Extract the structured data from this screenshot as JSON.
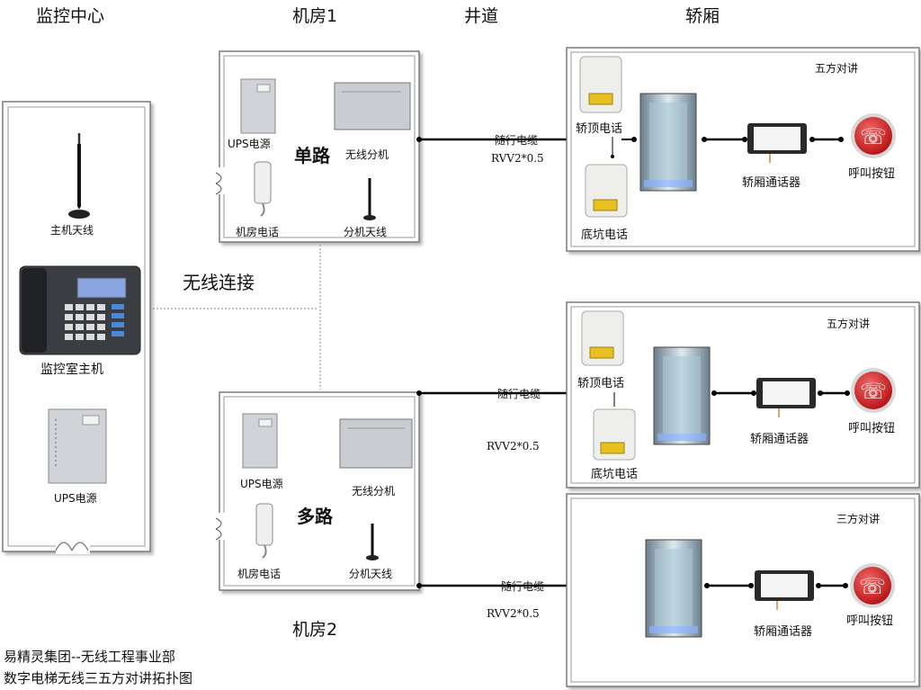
{
  "headers": {
    "monitor_center": "监控中心",
    "machine_room_1": "机房1",
    "shaft": "井道",
    "car": "轿厢",
    "machine_room_2": "机房2"
  },
  "monitor": {
    "main_antenna": "主机天线",
    "host": "监控室主机",
    "ups": "UPS电源"
  },
  "wireless_link": "无线连接",
  "room1": {
    "ups": "UPS电源",
    "splitter": "无线分机",
    "mode": "单路",
    "phone": "机房电话",
    "antenna": "分机天线"
  },
  "room2": {
    "ups": "UPS电源",
    "splitter": "无线分机",
    "mode": "多路",
    "phone": "机房电话",
    "antenna": "分机天线"
  },
  "cables": {
    "c1_name": "随行电缆",
    "c1_spec": "RVV2*0.5",
    "c2_name": "随行电缆",
    "c2_spec": "RVV2*0.5",
    "c3_name": "随行电缆",
    "c3_spec": "RVV2*0.5"
  },
  "car1": {
    "title": "五方对讲",
    "top_phone": "轿顶电话",
    "pit_phone": "底坑电话",
    "intercom": "轿厢通话器",
    "call_button": "呼叫按钮"
  },
  "car2": {
    "title": "五方对讲",
    "top_phone": "轿顶电话",
    "pit_phone": "底坑电话",
    "intercom": "轿厢通话器",
    "call_button": "呼叫按钮"
  },
  "car3": {
    "title": "三方对讲",
    "intercom": "轿厢通话器",
    "call_button": "呼叫按钮"
  },
  "footer": {
    "company": "易精灵集团--无线工程事业部",
    "diagram_title": "数字电梯无线三五方对讲拓扑图"
  },
  "colors": {
    "panel_border": "#7a7a7a",
    "panel_shadow": "#bdbdbd",
    "device_gray": "#cfd2d6",
    "button_red": "#d32222"
  }
}
